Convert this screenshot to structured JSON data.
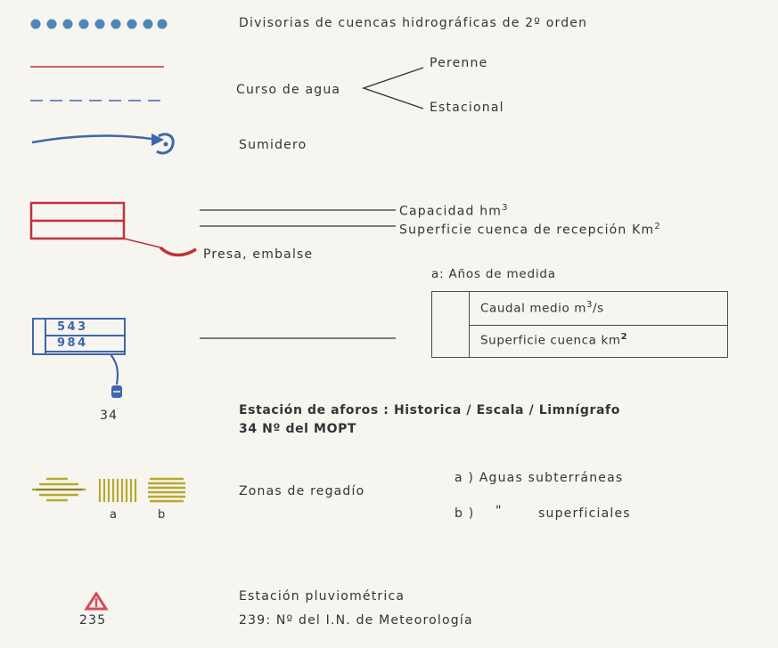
{
  "legend": {
    "divisorias": "Divisorias de cuencas hidrográficas de  2º orden",
    "curso_agua": "Curso de agua",
    "perenne": "Perenne",
    "estacional": "Estacional",
    "sumidero": "Sumidero",
    "capacidad": "Capacidad hm",
    "capacidad_sup": "3",
    "superficie_recepcion": "Superficie cuenca de recepción Km",
    "superficie_recepcion_sup": "2",
    "presa": "Presa, embalse",
    "anos_medida": "a: Años  de  medida",
    "caudal_medio": "Caudal medio m",
    "caudal_medio_sup": "3",
    "caudal_medio_unit": "/s",
    "superficie_cuenca": "Superficie cuenca km",
    "superficie_cuenca_sup": "2",
    "station_top": "543",
    "station_bottom": "984",
    "station_number": "34",
    "estacion_aforos": "Estación de aforos : Historica / Escala / Limnígrafo",
    "mopt": "34 Nº del MOPT",
    "zonas_regadio": "Zonas   de   regadío",
    "label_a": "a",
    "label_b": "b",
    "aguas_sub": "a )  Aguas subterráneas",
    "aguas_sup_b": "b )",
    "aguas_sup_ditto": "\"",
    "aguas_sup": "superficiales",
    "estacion_pluvio": "Estación  pluviométrica",
    "pluvio_number": "235",
    "pluvio_ref": "239:  Nº del  I.N.  de  Meteorología"
  },
  "colors": {
    "divide_dots": "#4f86b8",
    "river": "#3f66ad",
    "dam": "#c0323c",
    "irrigation": "#b7a92e",
    "pluvio": "#d84a5a"
  }
}
